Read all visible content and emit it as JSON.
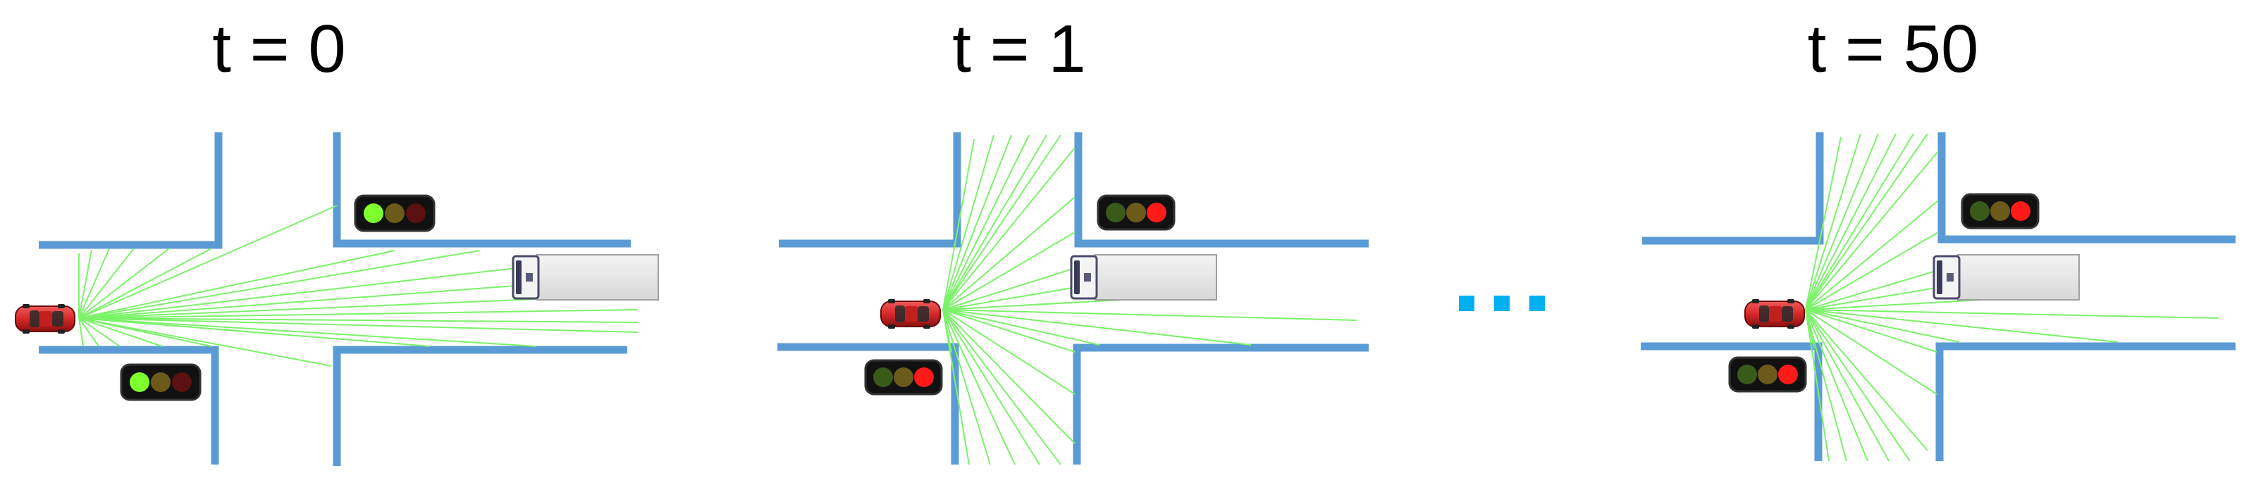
{
  "panels": [
    {
      "id": "t0",
      "title": "t = 0",
      "light_ego": "green",
      "light_cross": "green"
    },
    {
      "id": "t1",
      "title": "t = 1",
      "light_ego": "red",
      "light_cross": "red"
    },
    {
      "id": "t50",
      "title": "t = 50",
      "light_ego": "red",
      "light_cross": "red"
    }
  ],
  "ellipsis": "...",
  "colors": {
    "wall": "#5b9bd5",
    "ray": "#7CF26A",
    "ellipsis": "#00b0f0",
    "car": "#d62828",
    "light_on_green": "#7dff2e",
    "light_on_red": "#ff1a1a",
    "light_off_green": "#3a5a1a",
    "light_off_amber": "#6b5a1a",
    "light_off_red": "#5a1010"
  }
}
